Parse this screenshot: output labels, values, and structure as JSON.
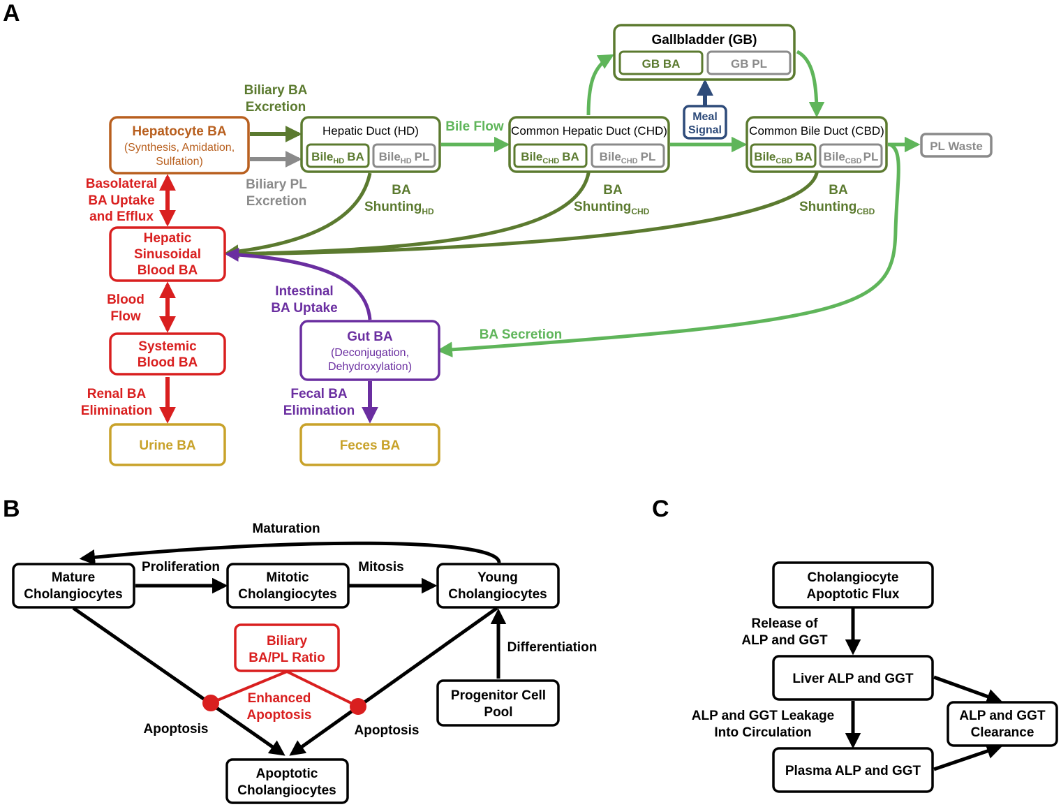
{
  "panels": {
    "a": "A",
    "b": "B",
    "c": "C"
  },
  "colors": {
    "hepatocyte": "#b85f1e",
    "red": "#d91f1f",
    "dark_green": "#5b7a2f",
    "light_green": "#5fb55a",
    "gray": "#8a8a8a",
    "purple": "#6a2ea0",
    "gold": "#c8a22a",
    "navy": "#2e4b7a",
    "black": "#000000"
  },
  "a": {
    "hepatocyte": {
      "title": "Hepatocyte BA",
      "line1": "(Synthesis, Amidation,",
      "line2": "Sulfation)"
    },
    "hd": {
      "title": "Hepatic Duct (HD)",
      "ba_main": "Bile",
      "ba_sub": "HD",
      "ba_tail": "BA",
      "pl_main": "Bile",
      "pl_sub": "HD",
      "pl_tail": "PL"
    },
    "chd": {
      "title": "Common Hepatic Duct (CHD)",
      "ba_main": "Bile",
      "ba_sub": "CHD",
      "ba_tail": "BA",
      "pl_main": "Bile",
      "pl_sub": "CHD",
      "pl_tail": "PL"
    },
    "cbd": {
      "title": "Common Bile Duct (CBD)",
      "ba_main": "Bile",
      "ba_sub": "CBD",
      "ba_tail": "BA",
      "pl_main": "Bile",
      "pl_sub": "CBD",
      "pl_tail": "PL"
    },
    "gb": {
      "title": "Gallbladder (GB)",
      "ba": "GB BA",
      "pl": "GB PL"
    },
    "meal": {
      "line1": "Meal",
      "line2": "Signal"
    },
    "pl_waste": "PL Waste",
    "sinusoidal": {
      "line1": "Hepatic",
      "line2": "Sinusoidal",
      "line3": "Blood BA"
    },
    "systemic": {
      "line1": "Systemic",
      "line2": "Blood BA"
    },
    "urine": "Urine BA",
    "gut": {
      "title": "Gut BA",
      "line1": "(Deconjugation,",
      "line2": "Dehydroxylation)"
    },
    "feces": "Feces BA",
    "labels": {
      "biliary_ba_1": "Biliary BA",
      "biliary_ba_2": "Excretion",
      "biliary_pl_1": "Biliary PL",
      "biliary_pl_2": "Excretion",
      "bile_flow": "Bile Flow",
      "shunt_word": "BA",
      "shunt_main": "Shunting",
      "shunt_hd_sub": "HD",
      "shunt_chd_sub": "CHD",
      "shunt_cbd_sub": "CBD",
      "basolateral_1": "Basolateral",
      "basolateral_2": "BA Uptake",
      "basolateral_3": "and Efflux",
      "blood_flow_1": "Blood",
      "blood_flow_2": "Flow",
      "renal_1": "Renal BA",
      "renal_2": "Elimination",
      "intestinal_1": "Intestinal",
      "intestinal_2": "BA Uptake",
      "fecal_1": "Fecal BA",
      "fecal_2": "Elimination",
      "ba_secretion": "BA Secretion"
    }
  },
  "b": {
    "mature": {
      "line1": "Mature",
      "line2": "Cholangiocytes"
    },
    "mitotic": {
      "line1": "Mitotic",
      "line2": "Cholangiocytes"
    },
    "young": {
      "line1": "Young",
      "line2": "Cholangiocytes"
    },
    "progenitor": {
      "line1": "Progenitor Cell",
      "line2": "Pool"
    },
    "apoptotic": {
      "line1": "Apoptotic",
      "line2": "Cholangiocytes"
    },
    "ratio": {
      "line1": "Biliary",
      "line2": "BA/PL Ratio"
    },
    "labels": {
      "maturation": "Maturation",
      "proliferation": "Proliferation",
      "mitosis": "Mitosis",
      "differentiation": "Differentiation",
      "apoptosis_left": "Apoptosis",
      "apoptosis_right": "Apoptosis",
      "enhanced_1": "Enhanced",
      "enhanced_2": "Apoptosis"
    }
  },
  "c": {
    "flux": {
      "line1": "Cholangiocyte",
      "line2": "Apoptotic Flux"
    },
    "liver": "Liver ALP and GGT",
    "plasma": "Plasma ALP and GGT",
    "clearance": {
      "line1": "ALP and GGT",
      "line2": "Clearance"
    },
    "labels": {
      "release_1": "Release of",
      "release_2": "ALP and GGT",
      "leak_1": "ALP and GGT Leakage",
      "leak_2": "Into Circulation"
    }
  }
}
